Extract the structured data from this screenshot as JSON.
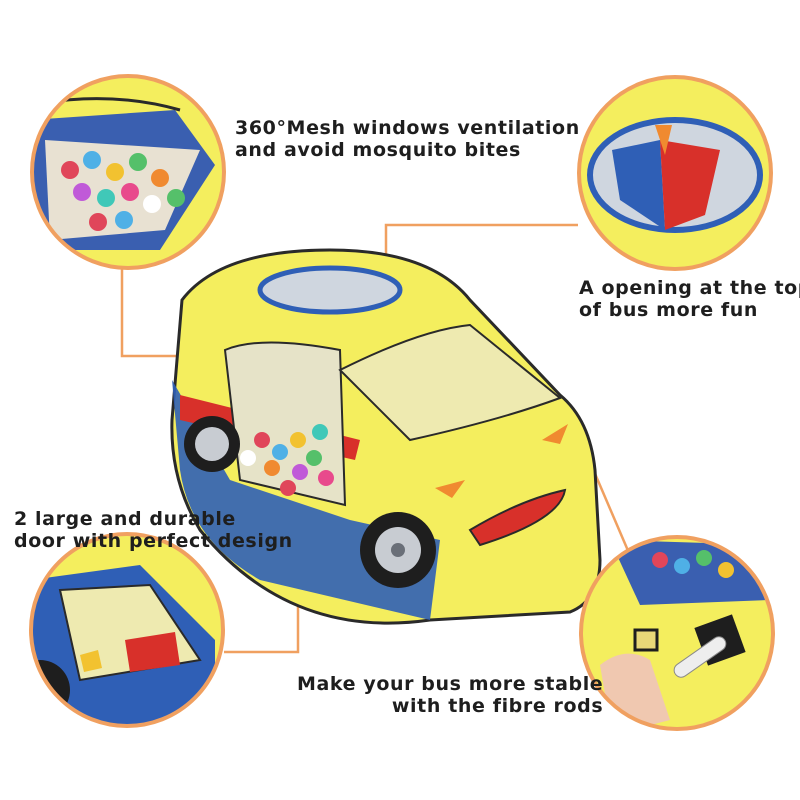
{
  "captions": {
    "top_left": {
      "line1": "360°Mesh windows ventilation",
      "line2": "and avoid mosquito bites"
    },
    "top_right": {
      "line1": "A opening at the top",
      "line2": "of bus more fun"
    },
    "bottom_left": {
      "line1": "2 large and durable",
      "line2": "door with perfect design"
    },
    "bottom_right": {
      "line1": "Make your bus more stable",
      "line2": "with the fibre rods"
    }
  },
  "colors": {
    "accent_orange": "#f0a060",
    "tent_yellow": "#f4ee5e",
    "tent_blue": "#2f5fb6",
    "tent_red": "#d8302a"
  }
}
